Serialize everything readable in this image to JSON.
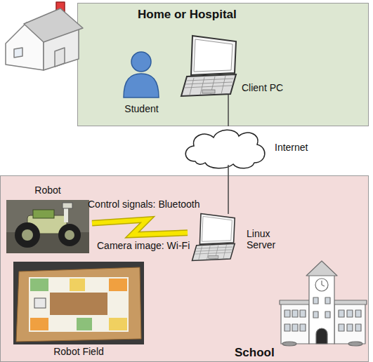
{
  "diagram": {
    "nodes": [
      {
        "text": [
          "Home or Hospital"
        ]
      },
      {
        "text": [
          "Student"
        ],
        "in": 0
      },
      {
        "text": [
          "Client PC"
        ],
        "in": 0
      },
      {
        "text": [
          "Internet"
        ]
      },
      {
        "text": [
          "School"
        ]
      },
      {
        "text": [
          "Robot"
        ],
        "in": 4
      },
      {
        "text": [
          "Linux Server"
        ],
        "in": 4
      },
      {
        "text": [
          "Robot Field"
        ],
        "in": 4
      }
    ],
    "edges": [
      {
        "from": 2,
        "to": 3,
        "arrow": "none"
      },
      {
        "from": 3,
        "to": 6,
        "arrow": "none"
      },
      {
        "from": 5,
        "to": 6,
        "arrow": "none"
      }
    ],
    "labels": [
      "Control signals: Bluetooth",
      "Camera image: Wi-Fi"
    ]
  }
}
